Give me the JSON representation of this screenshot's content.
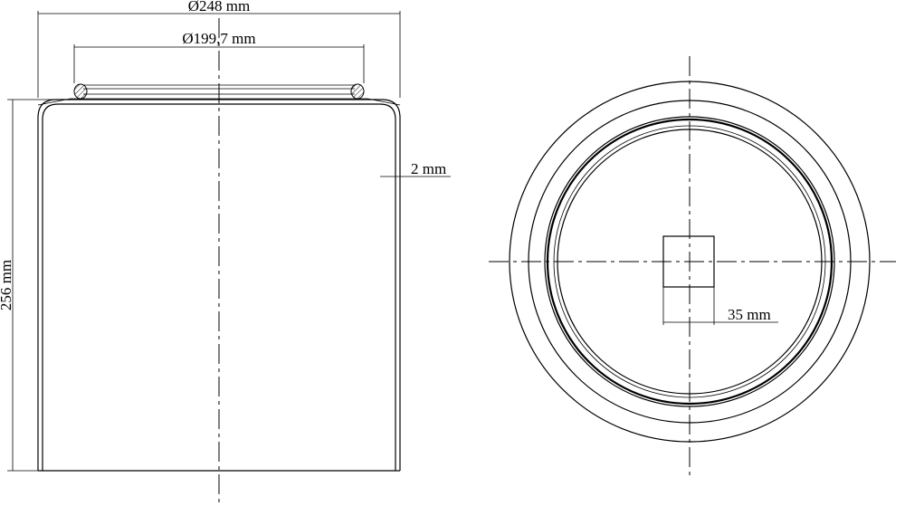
{
  "dimensions": {
    "outer_diameter": "Ø248 mm",
    "inner_diameter": "Ø199,7 mm",
    "wall_thickness": "2 mm",
    "height": "256 mm",
    "square_size": "35 mm"
  }
}
